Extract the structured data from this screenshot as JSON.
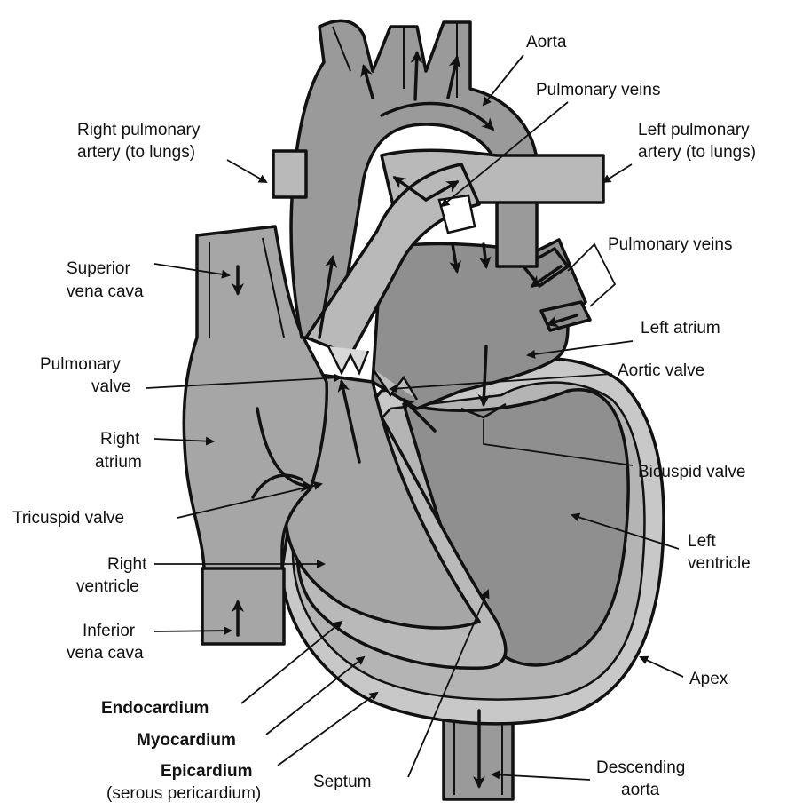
{
  "labels": {
    "aorta": "Aorta",
    "pulmonary_veins_top": "Pulmonary veins",
    "right_pulmonary_artery_1": "Right pulmonary",
    "right_pulmonary_artery_2": "artery (to lungs)",
    "left_pulmonary_artery_1": "Left pulmonary",
    "left_pulmonary_artery_2": "artery (to lungs)",
    "pulmonary_veins_right": "Pulmonary veins",
    "superior_vena_cava_1": "Superior",
    "superior_vena_cava_2": "vena cava",
    "left_atrium": "Left atrium",
    "pulmonary_valve_1": "Pulmonary",
    "pulmonary_valve_2": "valve",
    "aortic_valve": "Aortic valve",
    "right_atrium_1": "Right",
    "right_atrium_2": "atrium",
    "bicuspid_valve": "Bicuspid valve",
    "tricuspid_valve": "Tricuspid valve",
    "left_ventricle_1": "Left",
    "left_ventricle_2": "ventricle",
    "right_ventricle_1": "Right",
    "right_ventricle_2": "ventricle",
    "inferior_vena_cava_1": "Inferior",
    "inferior_vena_cava_2": "vena cava",
    "apex": "Apex",
    "endocardium": "Endocardium",
    "myocardium": "Myocardium",
    "epicardium": "Epicardium",
    "serous_pericardium": "(serous pericardium)",
    "septum": "Septum",
    "descending_aorta_1": "Descending",
    "descending_aorta_2": "aorta"
  }
}
